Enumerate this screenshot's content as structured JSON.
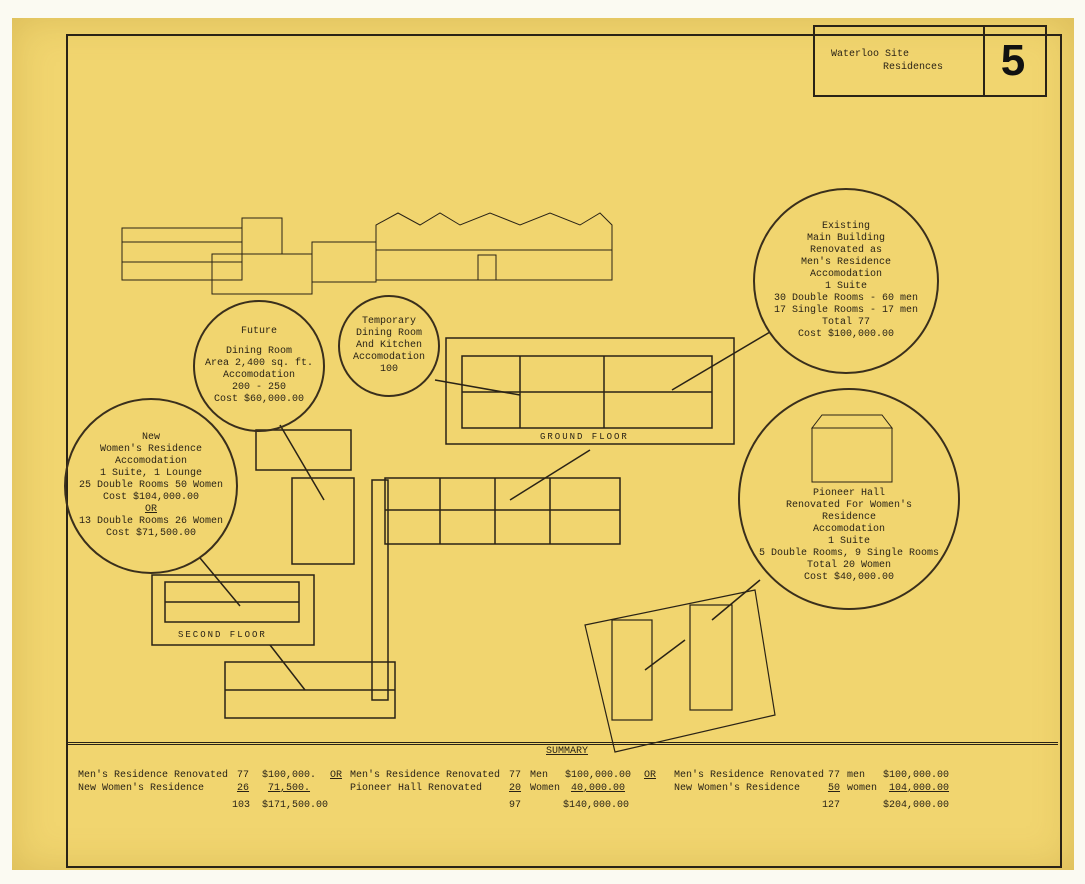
{
  "title_block": {
    "line1": "Waterloo Site",
    "line2": "Residences",
    "sheet_number": "5"
  },
  "callouts": {
    "existing_main": [
      "Existing",
      "Main Building",
      "Renovated as",
      "Men's Residence",
      "Accomodation",
      "1 Suite",
      "30 Double Rooms - 60 men",
      "17 Single Rooms - 17 men",
      "Total 77",
      "Cost $100,000.00"
    ],
    "future_dining": [
      "Future",
      "Dining Room",
      "Area 2,400 sq. ft.",
      "Accomodation",
      "200 - 250",
      "Cost $60,000.00"
    ],
    "temporary_dining": [
      "Temporary",
      "Dining Room",
      "And Kitchen",
      "Accomodation",
      "100"
    ],
    "new_womens": {
      "lines": [
        "New",
        "Women's Residence",
        "Accomodation",
        "1 Suite, 1 Lounge",
        "25 Double Rooms 50 Women",
        "Cost $104,000.00"
      ],
      "or": "OR",
      "alt": [
        "13 Double Rooms 26 Women",
        "Cost $71,500.00"
      ]
    },
    "pioneer_hall": [
      "Pioneer Hall",
      "Renovated For Women's",
      "Residence",
      "Accomodation",
      "1 Suite",
      "5 Double Rooms, 9 Single Rooms",
      "Total 20 Women",
      "Cost $40,000.00"
    ]
  },
  "floor_labels": {
    "ground": "GROUND FLOOR",
    "second": "SECOND FLOOR"
  },
  "summary": {
    "title": "SUMMARY",
    "or": "OR",
    "options": [
      {
        "rows": [
          [
            "Men's Residence Renovated",
            "77",
            "",
            "$100,000."
          ],
          [
            "New Women's Residence",
            "26",
            "",
            "71,500."
          ]
        ],
        "total_count": "103",
        "total_cost": "$171,500.00"
      },
      {
        "rows": [
          [
            "Men's Residence Renovated",
            "77",
            "Men",
            "$100,000.00"
          ],
          [
            "Pioneer Hall Renovated",
            "20",
            "Women",
            "40,000.00"
          ]
        ],
        "total_count": "97",
        "total_cost": "$140,000.00"
      },
      {
        "rows": [
          [
            "Men's Residence Renovated",
            "77",
            "men",
            "$100,000.00"
          ],
          [
            "New Women's Residence",
            "50",
            "women",
            "104,000.00"
          ]
        ],
        "total_count": "127",
        "total_cost": "$204,000.00"
      }
    ]
  }
}
